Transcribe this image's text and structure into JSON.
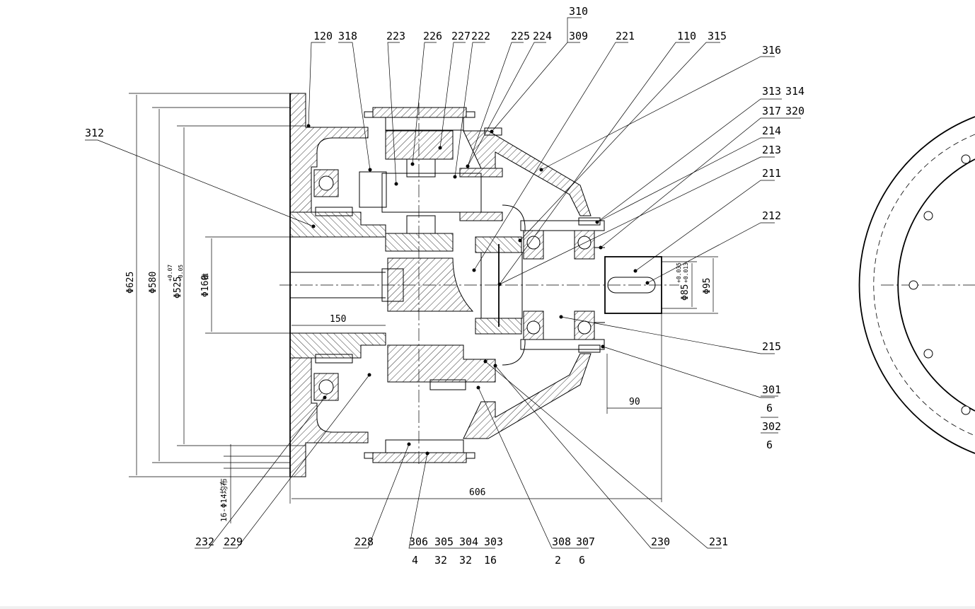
{
  "parts": {
    "p120": "120",
    "p318": "318",
    "p223": "223",
    "p226": "226",
    "p227": "227",
    "p222": "222",
    "p225": "225",
    "p224": "224",
    "p310": "310",
    "p309": "309",
    "p221": "221",
    "p110": "110",
    "p315": "315",
    "p316": "316",
    "p313": "313",
    "p314": "314",
    "p317": "317",
    "p320": "320",
    "p214": "214",
    "p213": "213",
    "p211": "211",
    "p212": "212",
    "p312": "312",
    "p215": "215",
    "p301": "301",
    "p301q": "6",
    "p302": "302",
    "p302q": "6",
    "p232": "232",
    "p229": "229",
    "p228": "228",
    "p306": "306",
    "p306q": "4",
    "p305": "305",
    "p305q": "32",
    "p304": "304",
    "p304q": "32",
    "p303": "303",
    "p303q": "16",
    "p308": "308",
    "p308q": "2",
    "p307": "307",
    "p307q": "6",
    "p230": "230",
    "p231": "231"
  },
  "dimensions": {
    "d625": "Φ625",
    "d580": "Φ580",
    "d525": "Φ525",
    "d525tol": "+0.07",
    "d525tol2": "-0.05",
    "d160": "Φ160",
    "d160tol": "锥",
    "d150": "150",
    "d606": "606",
    "d90": "90",
    "d95": "Φ95",
    "d85": "Φ85",
    "d85tol": "+0.035",
    "d85tol2": "+0.013",
    "holes": "16-Φ14均布"
  }
}
